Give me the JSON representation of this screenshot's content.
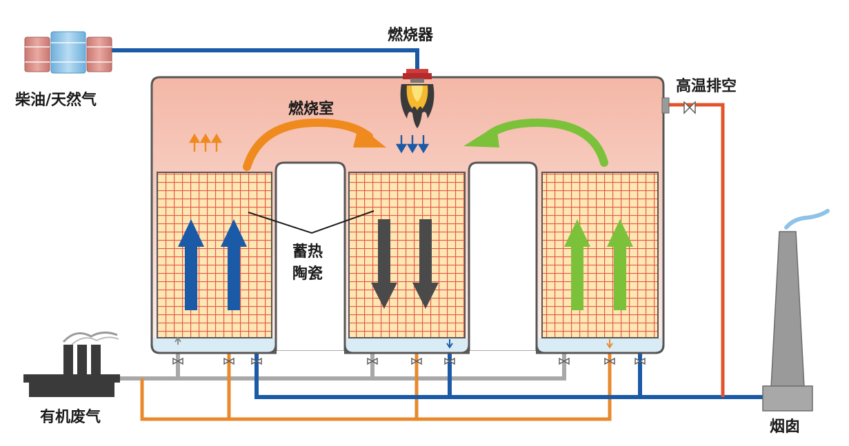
{
  "labels": {
    "fuel": "柴油/天然气",
    "burner": "燃烧器",
    "combustion_chamber": "燃烧室",
    "high_temp_exhaust": "高温排空",
    "ceramic_line1": "蓄热",
    "ceramic_line2": "陶瓷",
    "waste_gas": "有机废气",
    "chimney": "烟囱"
  },
  "colors": {
    "chamber_top": "#f4b9a8",
    "chamber_bottom": "#fbe9e4",
    "ceramic_fill": "#fde7b3",
    "ceramic_grid": "#e8534a",
    "hopper": "#d9ecf5",
    "pipe_blue": "#1a5aa6",
    "pipe_orange": "#e8892c",
    "pipe_gray": "#a8a8a8",
    "pipe_red": "#e2542c",
    "arrow_orange": "#ef8a1e",
    "arrow_green": "#7cc13a",
    "arrow_dark": "#4a4a4a",
    "tank_red": "#d78a82",
    "tank_blue": "#8ec3e6",
    "factory": "#3a3a3a",
    "chimney": "#9a9a9a"
  },
  "icons": {
    "burner": "burner-flame-icon",
    "fuel": "fuel-tanks-icon",
    "factory": "factory-icon",
    "chimney": "chimney-icon",
    "valve": "valve-icon"
  }
}
